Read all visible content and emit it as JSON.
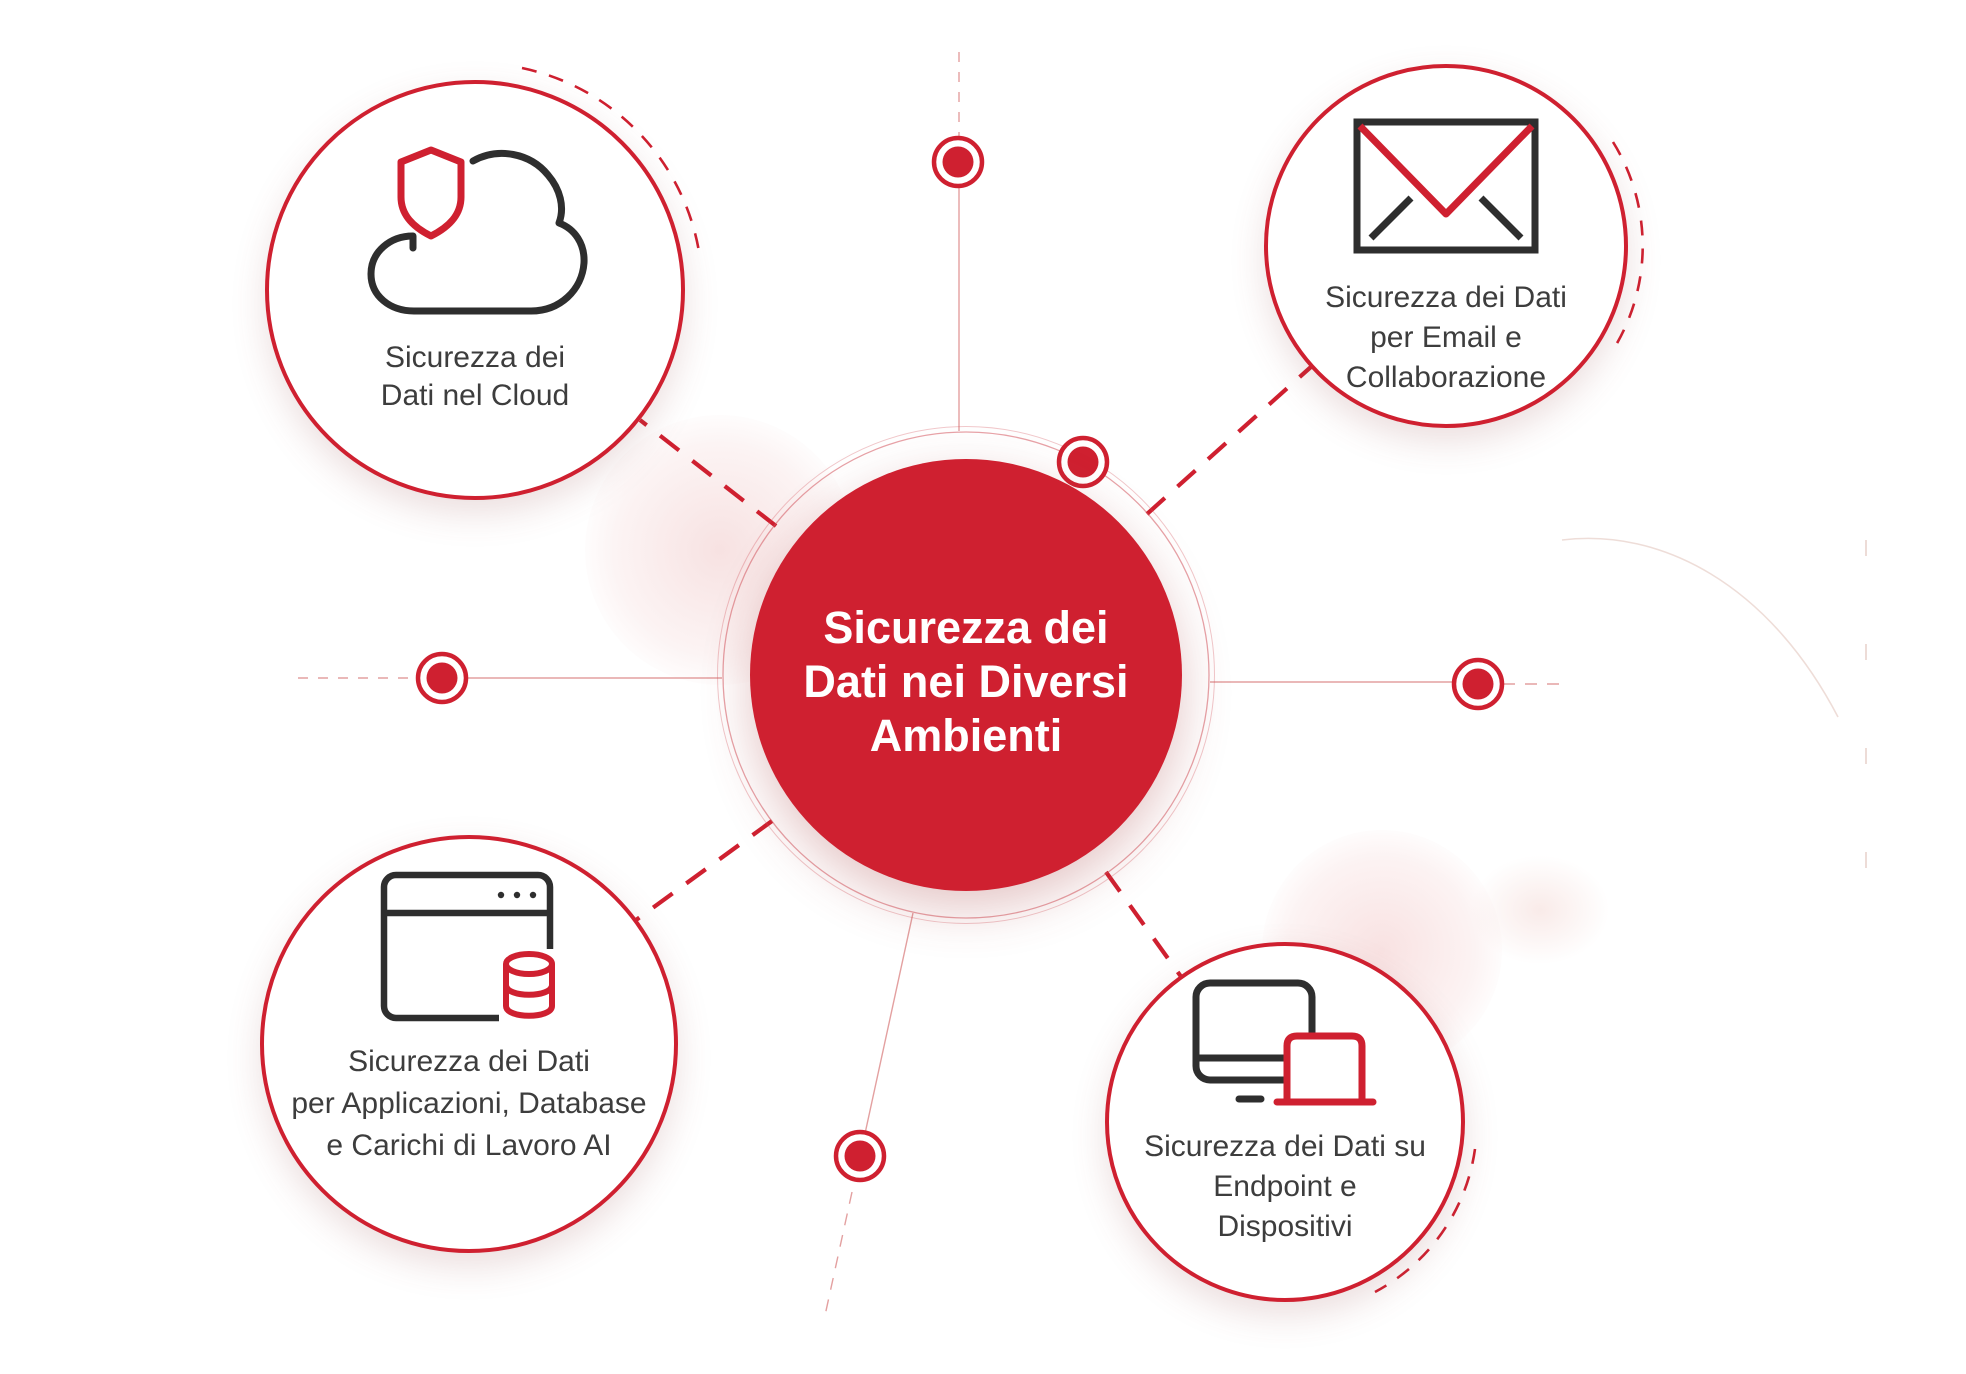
{
  "colors": {
    "brand_red": "#cf2030",
    "icon_dark": "#2e2e2e",
    "label_text": "#3d3d3d",
    "center_text": "#ffffff"
  },
  "center": {
    "line1": "Sicurezza dei",
    "line2": "Dati nei Diversi",
    "line3": "Ambienti"
  },
  "nodes": {
    "cloud": {
      "icon": "shield-cloud-icon",
      "line1": "Sicurezza dei",
      "line2": "Dati nel Cloud",
      "line3": ""
    },
    "email": {
      "icon": "envelope-icon",
      "line1": "Sicurezza dei Dati",
      "line2": "per Email e",
      "line3": "Collaborazione"
    },
    "apps": {
      "icon": "app-window-database-icon",
      "line1": "Sicurezza dei Dati",
      "line2": "per Applicazioni, Database",
      "line3": "e Carichi di Lavoro AI"
    },
    "endpoint": {
      "icon": "monitor-laptop-icon",
      "line1": "Sicurezza dei Dati su",
      "line2": "Endpoint e",
      "line3": "Dispositivi"
    }
  }
}
